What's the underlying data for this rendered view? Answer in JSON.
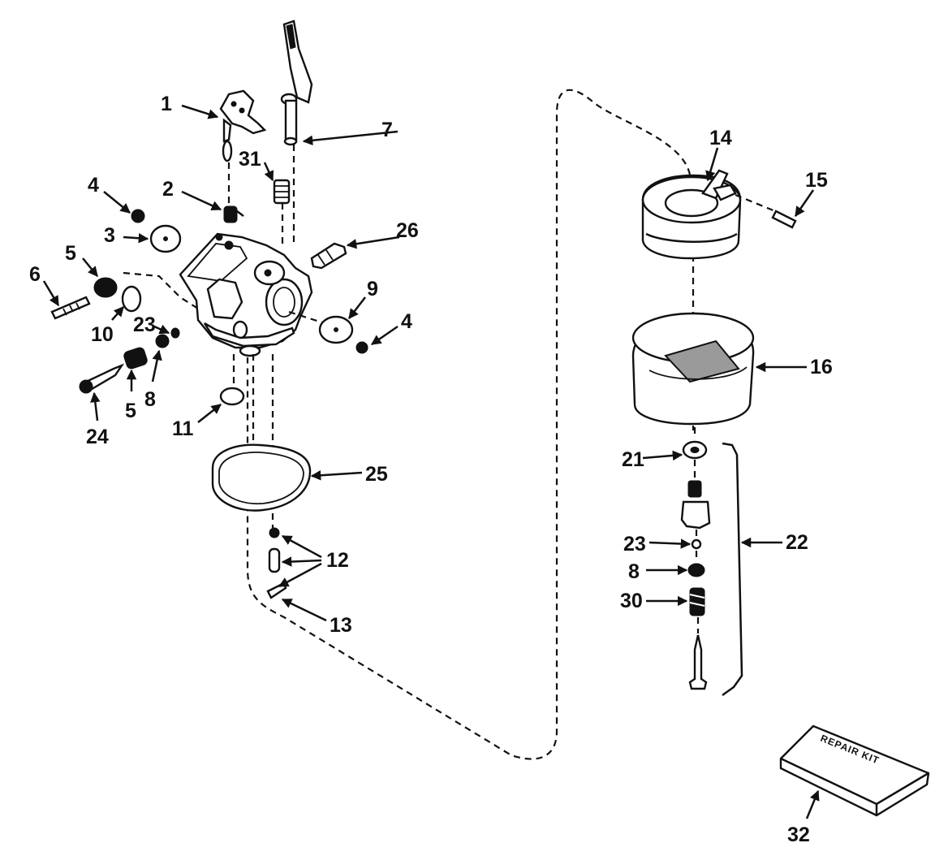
{
  "labels": {
    "l1": "1",
    "l2": "2",
    "l3": "3",
    "l4a": "4",
    "l4b": "4",
    "l5a": "5",
    "l5b": "5",
    "l6": "6",
    "l7": "7",
    "l8a": "8",
    "l8b": "8",
    "l9": "9",
    "l10": "10",
    "l11": "11",
    "l12": "12",
    "l13": "13",
    "l14": "14",
    "l15": "15",
    "l16": "16",
    "l21": "21",
    "l22": "22",
    "l23a": "23",
    "l23b": "23",
    "l24": "24",
    "l25": "25",
    "l26": "26",
    "l30": "30",
    "l31": "31",
    "l32": "32"
  },
  "repair_kit_text": "REPAIR KIT",
  "colors": {
    "ink": "#111111",
    "paper": "#ffffff"
  }
}
